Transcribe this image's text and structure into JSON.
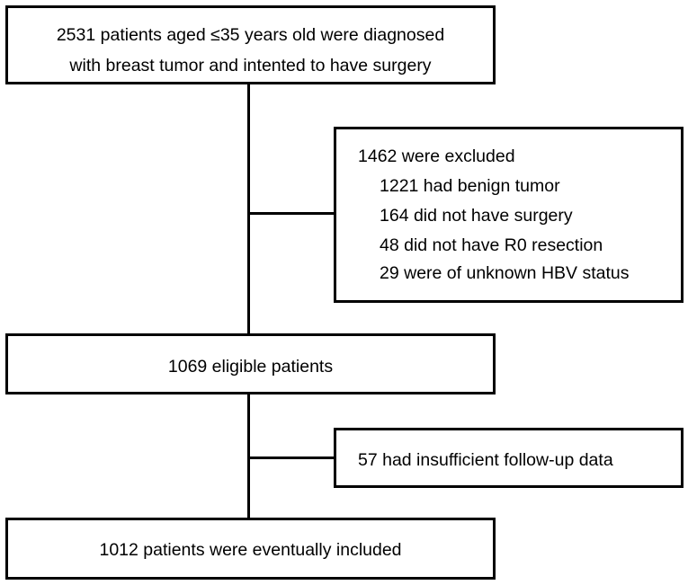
{
  "boxes": {
    "screened": {
      "lines": [
        "2531 patients aged ≤35 years old were diagnosed",
        "with breast tumor and intented to have surgery"
      ]
    },
    "excluded": {
      "header": "1462 were excluded",
      "items": [
        "1221 had benign tumor",
        "164 did not have surgery",
        "48 did not have R0 resection",
        "29 were of unknown HBV status"
      ]
    },
    "eligible": {
      "label": "1069 eligible patients"
    },
    "lost": {
      "label": "57 had insufficient follow-up data"
    },
    "included": {
      "label": "1012 patients were eventually included"
    }
  },
  "colors": {
    "stroke": "#000000",
    "background": "#ffffff"
  }
}
